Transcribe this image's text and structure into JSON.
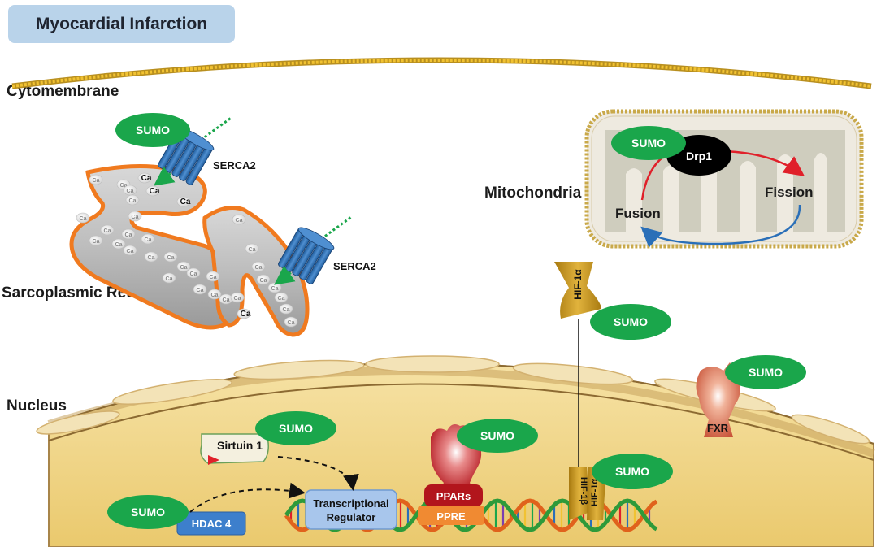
{
  "title": "Myocardial Infarction",
  "regions": {
    "cytomembrane": "Cytomembrane",
    "sarcoplasmic_reticulum": "Sarcoplasmic Reticulum",
    "mitochondria": "Mitochondria",
    "nucleus": "Nucleus"
  },
  "sumo_label": "SUMO",
  "proteins": {
    "serca2": "SERCA2",
    "drp1": "Drp1",
    "fusion": "Fusion",
    "fission": "Fission",
    "hif1a": "HIF-1α",
    "hif1b": "HIF-1β",
    "fxr": "FXR",
    "sirtuin1": "Sirtuin 1",
    "hdac4": "HDAC 4",
    "transcriptional_regulator": [
      "Transcriptional",
      "Regulator"
    ],
    "ppars": "PPARs",
    "ppre": "PPRE"
  },
  "ion": "Ca",
  "colors": {
    "sumo_fill": "#1aa64b",
    "serca_blue": "#2d6fb5",
    "sr_orange": "#f07a1f",
    "nucleus_fill": "#f1d48a",
    "red_arrow": "#e0202a",
    "blue_arrow": "#2a6fb8",
    "hif_gold": "#c9981d",
    "ppar_red": "#c8272a",
    "ppre_orange": "#f08a32",
    "fxr_orange": "#d8704e"
  }
}
